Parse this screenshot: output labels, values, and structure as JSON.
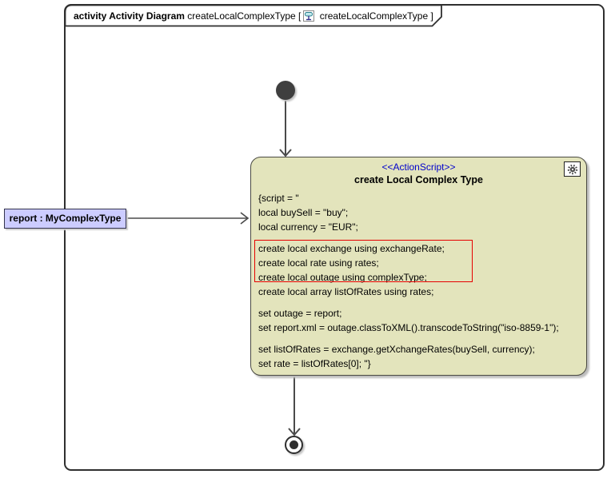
{
  "frame": {
    "tab": {
      "bold_label": "activity Activity Diagram",
      "diagram_name": "createLocalComplexType",
      "bracket_open": "[",
      "context_name": "createLocalComplexType",
      "bracket_close": "]"
    }
  },
  "action_node": {
    "stereotype": "<<ActionScript>>",
    "name": "create Local Complex Type",
    "script_lines": [
      "{script = \"",
      "local buySell = \"buy\";",
      "local currency = \"EUR\";",
      "",
      "create local exchange using exchangeRate;",
      "create local rate using rates;",
      "create local outage using complexType;",
      "create local array listOfRates using rates;",
      "",
      "set outage = report;",
      "set report.xml = outage.classToXML().transcodeToString(\"iso-8859-1\");",
      "",
      "set listOfRates = exchange.getXchangeRates(buySell, currency);",
      "set rate = listOfRates[0]; \"}"
    ],
    "highlight": {
      "lines": [
        4,
        5,
        6
      ],
      "color": "#e60000"
    }
  },
  "object_node": {
    "label": "report : MyComplexType"
  },
  "colors": {
    "action_node_fill": "#e3e4bc",
    "action_node_border": "#4a4a42",
    "object_node_fill": "#ccccff",
    "stereotype_text": "#0000cc",
    "highlight_border": "#e60000",
    "edge": "#4a4a4a",
    "frame_border": "#2f2f2f"
  }
}
